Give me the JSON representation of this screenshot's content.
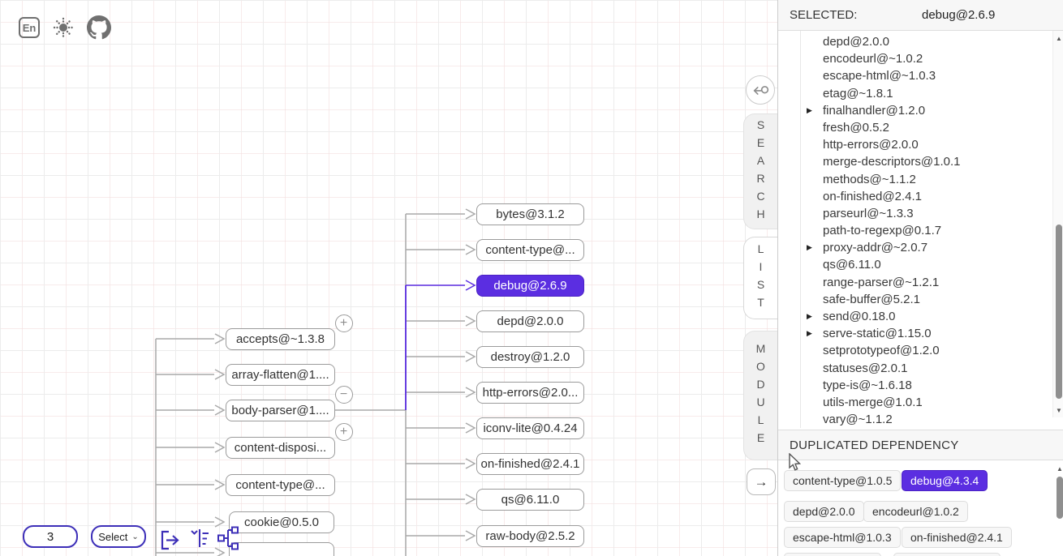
{
  "colors": {
    "accent": "#5b2ee1",
    "edge": "#a9a9a9",
    "control_border": "#3d2fb8"
  },
  "topbar": {
    "language_button": "En"
  },
  "graph": {
    "left_nodes": [
      {
        "label": "accepts@~1.3.8",
        "badge": "+"
      },
      {
        "label": "array-flatten@1....",
        "badge": null
      },
      {
        "label": "body-parser@1....",
        "badge": "−"
      },
      {
        "label": "content-disposi...",
        "badge": "+"
      },
      {
        "label": "content-type@...",
        "badge": null
      },
      {
        "label": "cookie@0.5.0",
        "badge": null
      },
      {
        "label": "",
        "badge": null
      }
    ],
    "right_nodes": [
      {
        "label": "bytes@3.1.2",
        "selected": false
      },
      {
        "label": "content-type@...",
        "selected": false
      },
      {
        "label": "debug@2.6.9",
        "selected": true
      },
      {
        "label": "depd@2.0.0",
        "selected": false
      },
      {
        "label": "destroy@1.2.0",
        "selected": false
      },
      {
        "label": "http-errors@2.0...",
        "selected": false
      },
      {
        "label": "iconv-lite@0.4.24",
        "selected": false
      },
      {
        "label": "on-finished@2.4.1",
        "selected": false
      },
      {
        "label": "qs@6.11.0",
        "selected": false
      },
      {
        "label": "raw-body@2.5.2",
        "selected": false
      }
    ]
  },
  "side_tabs": [
    {
      "label": "SEARCH",
      "active": false
    },
    {
      "label": "LIST",
      "active": true
    },
    {
      "label": "MODULE",
      "active": false
    }
  ],
  "panel": {
    "selected_label": "SELECTED:",
    "selected_value": "debug@2.6.9",
    "dependency_list": [
      {
        "label": "depd@2.0.0",
        "expandable": false
      },
      {
        "label": "encodeurl@~1.0.2",
        "expandable": false
      },
      {
        "label": "escape-html@~1.0.3",
        "expandable": false
      },
      {
        "label": "etag@~1.8.1",
        "expandable": false
      },
      {
        "label": "finalhandler@1.2.0",
        "expandable": true
      },
      {
        "label": "fresh@0.5.2",
        "expandable": false
      },
      {
        "label": "http-errors@2.0.0",
        "expandable": false
      },
      {
        "label": "merge-descriptors@1.0.1",
        "expandable": false
      },
      {
        "label": "methods@~1.1.2",
        "expandable": false
      },
      {
        "label": "on-finished@2.4.1",
        "expandable": false
      },
      {
        "label": "parseurl@~1.3.3",
        "expandable": false
      },
      {
        "label": "path-to-regexp@0.1.7",
        "expandable": false
      },
      {
        "label": "proxy-addr@~2.0.7",
        "expandable": true
      },
      {
        "label": "qs@6.11.0",
        "expandable": false
      },
      {
        "label": "range-parser@~1.2.1",
        "expandable": false
      },
      {
        "label": "safe-buffer@5.2.1",
        "expandable": false
      },
      {
        "label": "send@0.18.0",
        "expandable": true
      },
      {
        "label": "serve-static@1.15.0",
        "expandable": true
      },
      {
        "label": "setprototypeof@1.2.0",
        "expandable": false
      },
      {
        "label": "statuses@2.0.1",
        "expandable": false
      },
      {
        "label": "type-is@~1.6.18",
        "expandable": false
      },
      {
        "label": "utils-merge@1.0.1",
        "expandable": false
      },
      {
        "label": "vary@~1.1.2",
        "expandable": false
      }
    ],
    "duplicated_title": "DUPLICATED DEPENDENCY",
    "duplicated_chips": [
      {
        "label": "content-type@1.0.5",
        "highlighted": false
      },
      {
        "label": "debug@4.3.4",
        "highlighted": true
      },
      {
        "label": "depd@2.0.0",
        "highlighted": false
      },
      {
        "label": "encodeurl@1.0.2",
        "highlighted": false
      },
      {
        "label": "escape-html@1.0.3",
        "highlighted": false
      },
      {
        "label": "on-finished@2.4.1",
        "highlighted": false
      }
    ]
  },
  "controls": {
    "depth_value": "3",
    "select_label": "Select"
  }
}
